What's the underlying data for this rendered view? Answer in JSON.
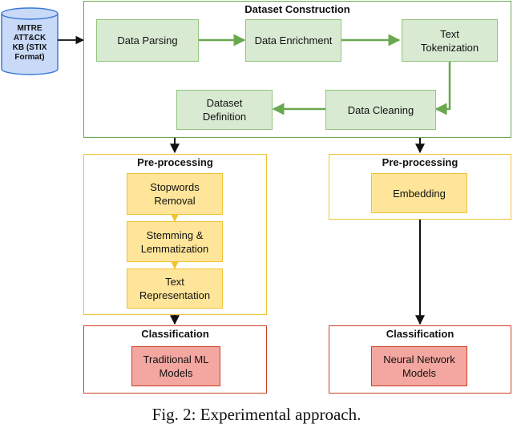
{
  "source": {
    "lines": [
      "MITRE",
      "ATT&CK",
      "KB (STIX",
      "Format)"
    ]
  },
  "dataset_construction": {
    "title": "Dataset Construction",
    "steps": {
      "parsing": "Data Parsing",
      "enrichment": "Data Enrichment",
      "tokenization": [
        "Text",
        "Tokenization"
      ],
      "cleaning": "Data Cleaning",
      "definition": [
        "Dataset",
        "Definition"
      ]
    }
  },
  "left_branch": {
    "preprocessing": {
      "title": "Pre-processing",
      "steps": [
        [
          "Stopwords",
          "Removal"
        ],
        [
          "Stemming &",
          "Lemmatization"
        ],
        [
          "Text",
          "Representation"
        ]
      ]
    },
    "classification": {
      "title": "Classification",
      "model": [
        "Traditional ML",
        "Models"
      ]
    }
  },
  "right_branch": {
    "preprocessing": {
      "title": "Pre-processing",
      "step": "Embedding"
    },
    "classification": {
      "title": "Classification",
      "model": [
        "Neural Network",
        "Models"
      ]
    }
  },
  "caption": "Fig. 2: Experimental approach.",
  "colors": {
    "green_border": "#6aa84f",
    "green_fill": "#d9ead3",
    "yellow_border": "#f1c232",
    "yellow_fill": "#ffe599",
    "red_border": "#cc4125",
    "red_fill": "#f4a6a0",
    "db_fill": "#c9daf8",
    "db_border": "#3c78d8"
  }
}
